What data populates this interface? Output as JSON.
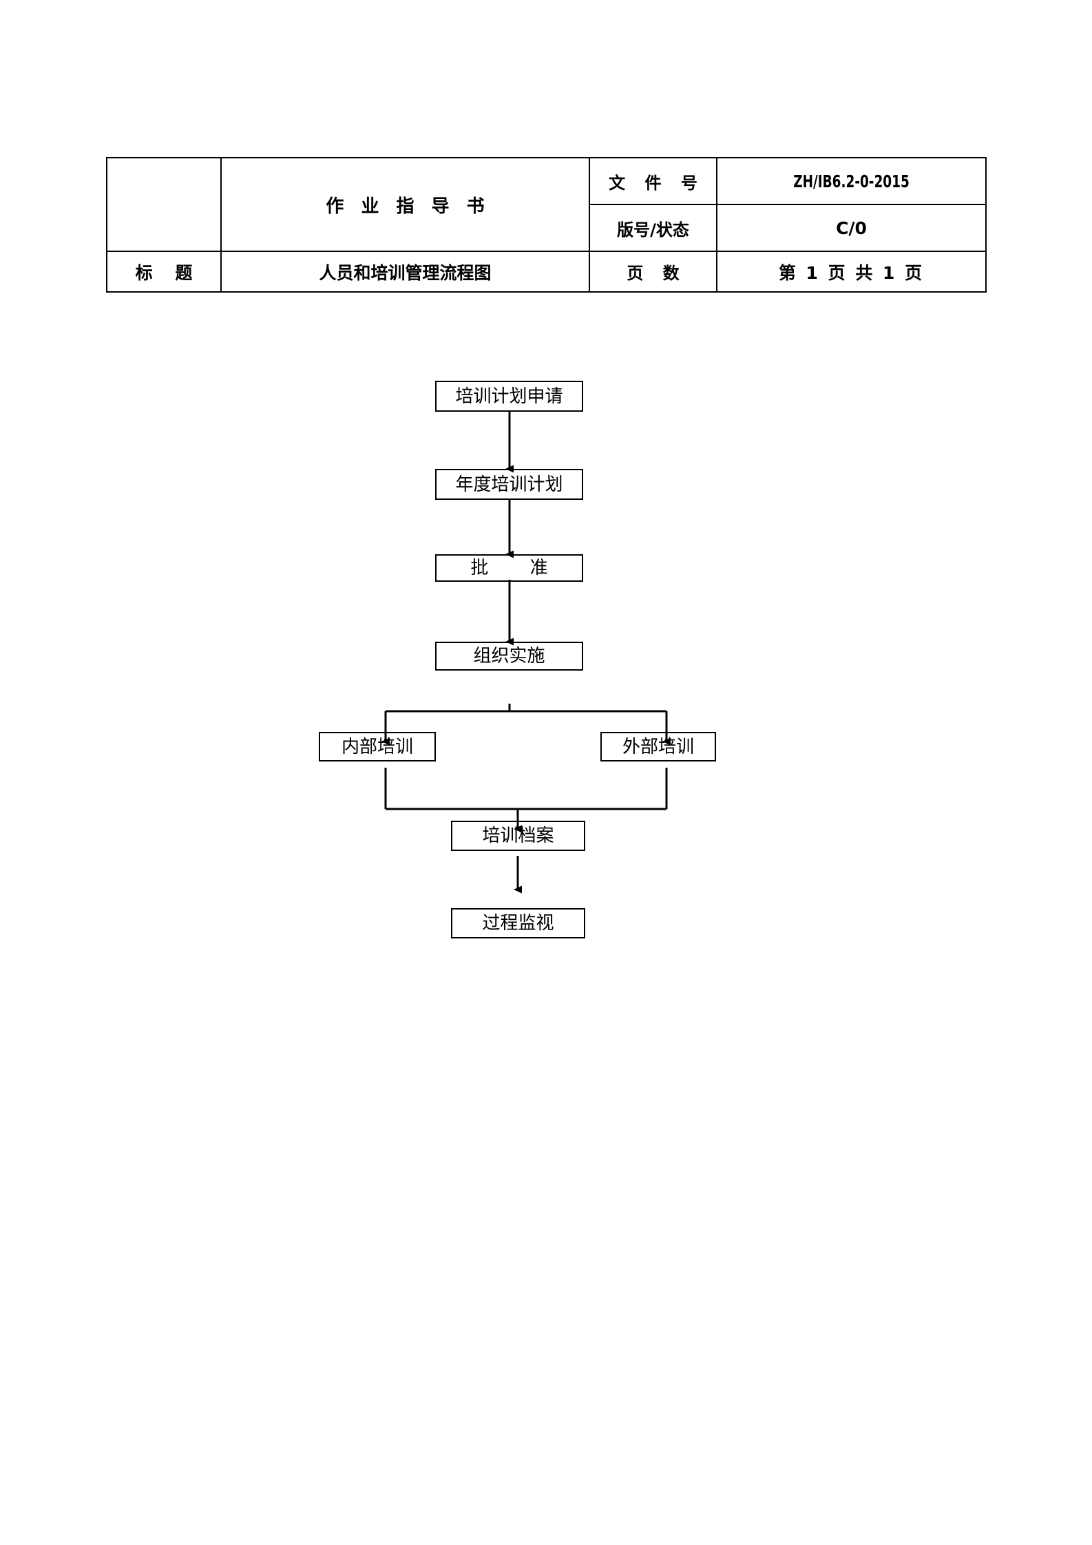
{
  "document": {
    "header_table": {
      "doc_type_label": "作 业 指 导 书",
      "rows": [
        {
          "label": "文 件 号",
          "value": "ZH/IB6.2-0-2015"
        },
        {
          "label": "版号/状态",
          "value": "C/0"
        },
        {
          "label": "页    数",
          "value": "第 1 页  共 1 页"
        }
      ],
      "title_label": "标    题",
      "title_value": "人员和培训管理流程图"
    }
  },
  "chart_data": {
    "type": "diagram",
    "title": "人员和培训管理流程图",
    "nodes": [
      {
        "id": "n1",
        "label": "培训计划申请"
      },
      {
        "id": "n2",
        "label": "年度培训计划"
      },
      {
        "id": "n3",
        "label": "批    准"
      },
      {
        "id": "n4",
        "label": "组织实施"
      },
      {
        "id": "n5",
        "label": "内部培训"
      },
      {
        "id": "n6",
        "label": "外部培训"
      },
      {
        "id": "n7",
        "label": "培训档案"
      },
      {
        "id": "n8",
        "label": "过程监视"
      }
    ],
    "edges": [
      {
        "from": "n1",
        "to": "n2"
      },
      {
        "from": "n2",
        "to": "n3"
      },
      {
        "from": "n3",
        "to": "n4"
      },
      {
        "from": "n4",
        "to": "n5"
      },
      {
        "from": "n4",
        "to": "n6"
      },
      {
        "from": "n5",
        "to": "n7"
      },
      {
        "from": "n6",
        "to": "n7"
      },
      {
        "from": "n7",
        "to": "n8"
      }
    ]
  }
}
